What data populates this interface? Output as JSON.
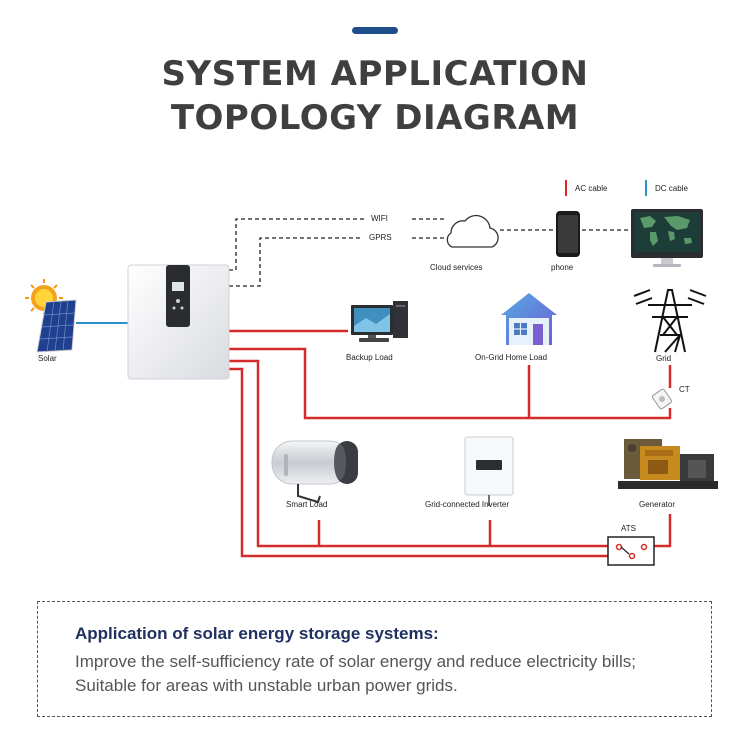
{
  "colors": {
    "accent": "#1f4e8c",
    "ac_cable": "#d42a2a",
    "dc_cable": "#2b8fc6",
    "title": "#3f3f40",
    "info_title": "#1f3160"
  },
  "header": {
    "title_line1": "SYSTEM APPLICATION",
    "title_line2": "TOPOLOGY DIAGRAM"
  },
  "legend": {
    "ac": "AC cable",
    "dc": "DC cable"
  },
  "links": {
    "wifi": "WIFI",
    "gprs": "GPRS"
  },
  "nodes": {
    "solar": "Solar",
    "cloud": "Cloud services",
    "phone": "phone",
    "backup": "Backup Load",
    "home": "On-Grid Home Load",
    "grid": "Grid",
    "ct": "CT",
    "smart": "Smart Load",
    "inverter": "Grid-connected Inverter",
    "generator": "Generator",
    "ats": "ATS"
  },
  "info": {
    "title": "Application of solar energy storage systems:",
    "body": "Improve the self-sufficiency rate of solar energy and reduce electricity bills; Suitable for areas with unstable urban power grids."
  }
}
